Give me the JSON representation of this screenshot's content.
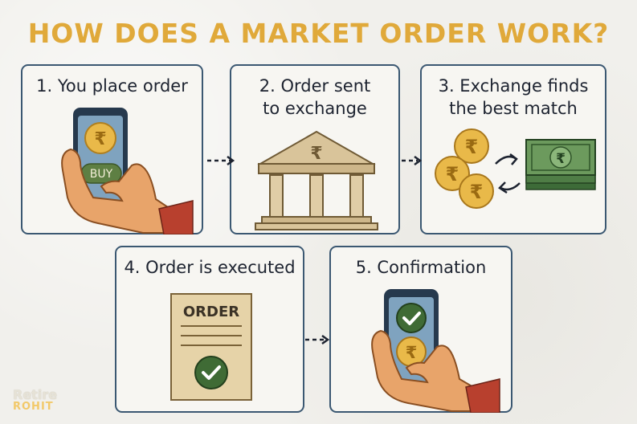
{
  "title": "HOW DOES A MARKET ORDER WORK?",
  "steps": [
    {
      "lines": [
        "1. You place order"
      ],
      "icons": [
        "phone-icon",
        "rupee-coin-icon",
        "buy-button-icon",
        "hand-icon"
      ]
    },
    {
      "lines": [
        "2. Order sent",
        "to exchange"
      ],
      "icons": [
        "bank-building-icon",
        "rupee-icon"
      ]
    },
    {
      "lines": [
        "3. Exchange finds",
        "the best match"
      ],
      "icons": [
        "rupee-coins-icon",
        "swap-arrows-icon",
        "banknotes-icon"
      ]
    },
    {
      "lines": [
        "4. Order is executed"
      ],
      "icons": [
        "order-document-icon",
        "checkmark-icon"
      ]
    },
    {
      "lines": [
        "5. Confirmation"
      ],
      "icons": [
        "phone-icon",
        "checkmark-icon",
        "rupee-coin-icon",
        "hand-icon"
      ]
    }
  ],
  "art": {
    "buy_label": "BUY",
    "order_label": "ORDER",
    "rupee": "₹"
  },
  "logo": {
    "line1": "Retire",
    "line2": "ROHIT"
  },
  "colors": {
    "title": "#e0a93a",
    "card_border": "#3b5872",
    "coin": "#e9b949",
    "money_green": "#4f7d46",
    "check_green": "#3f6b35",
    "phone_screen": "#7fa3bf",
    "building": "#d9c49a",
    "skin": "#e8a46a"
  }
}
